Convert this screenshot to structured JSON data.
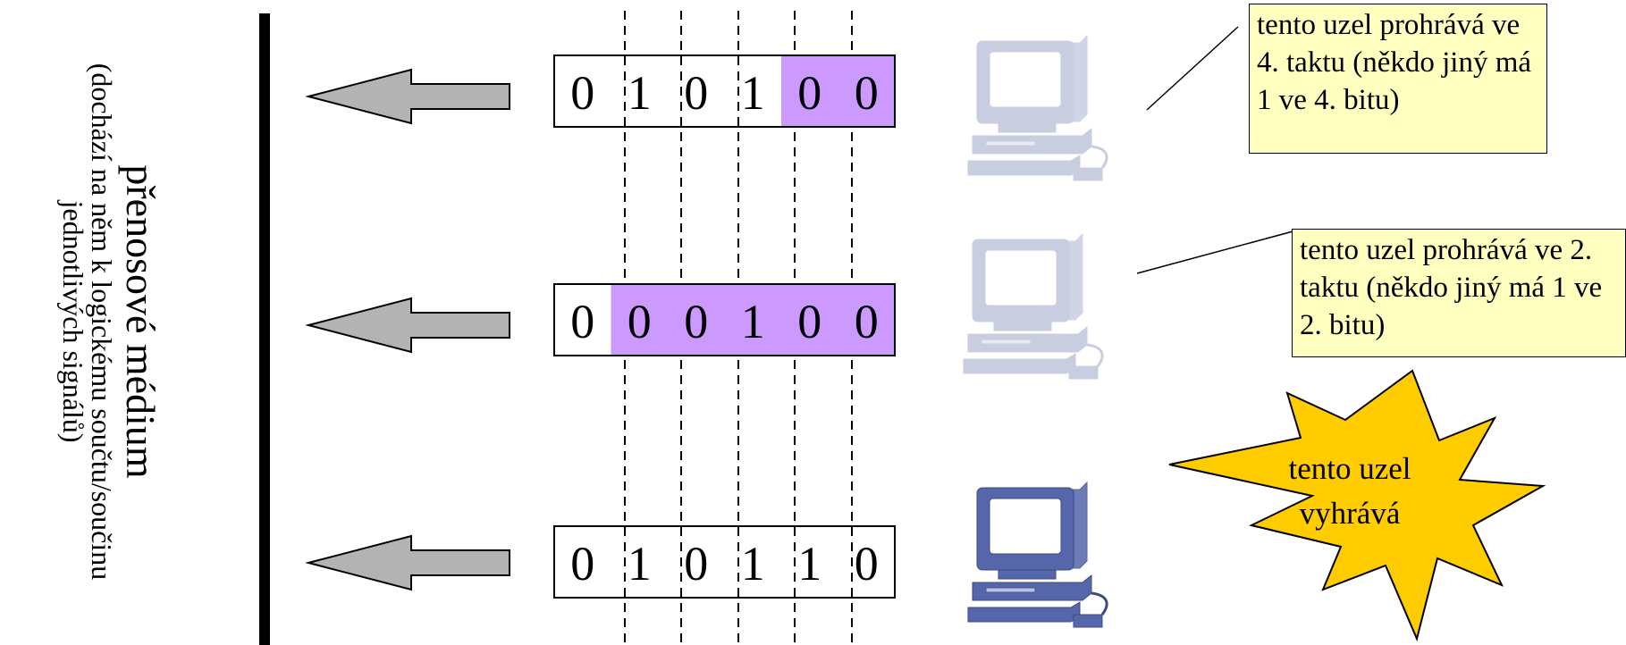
{
  "medium": {
    "title": "přenosové médium",
    "subtitle": "(dochází na něm k logickému součtu/součinu jednotlivých signálů)"
  },
  "rows": [
    {
      "name": "node-1",
      "bits": [
        "0",
        "1",
        "0",
        "1",
        "0",
        "0"
      ],
      "highlight": [
        false,
        false,
        false,
        false,
        true,
        true
      ],
      "icon_style": "faded"
    },
    {
      "name": "node-2",
      "bits": [
        "0",
        "0",
        "0",
        "1",
        "0",
        "0"
      ],
      "highlight": [
        false,
        true,
        true,
        true,
        true,
        true
      ],
      "icon_style": "faded"
    },
    {
      "name": "node-3",
      "bits": [
        "0",
        "1",
        "0",
        "1",
        "1",
        "0"
      ],
      "highlight": [
        false,
        false,
        false,
        false,
        false,
        false
      ],
      "icon_style": "solid"
    }
  ],
  "notes": [
    {
      "text": "tento uzel prohrává ve 4. taktu (někdo jiný má 1 ve 4. bitu)"
    },
    {
      "text": "tento uzel prohrává ve 2. taktu (někdo jiný má 1 ve 2. bitu)"
    }
  ],
  "winner": {
    "text": "tento uzel vyhrává"
  },
  "colors": {
    "highlight": "#cc99ff",
    "note_bg": "#ffffc0",
    "star_fill": "#ffcc00",
    "arrow_fill": "#b3b3b3",
    "computer_solid": "#5566aa",
    "computer_faded": "#c8cde0"
  }
}
